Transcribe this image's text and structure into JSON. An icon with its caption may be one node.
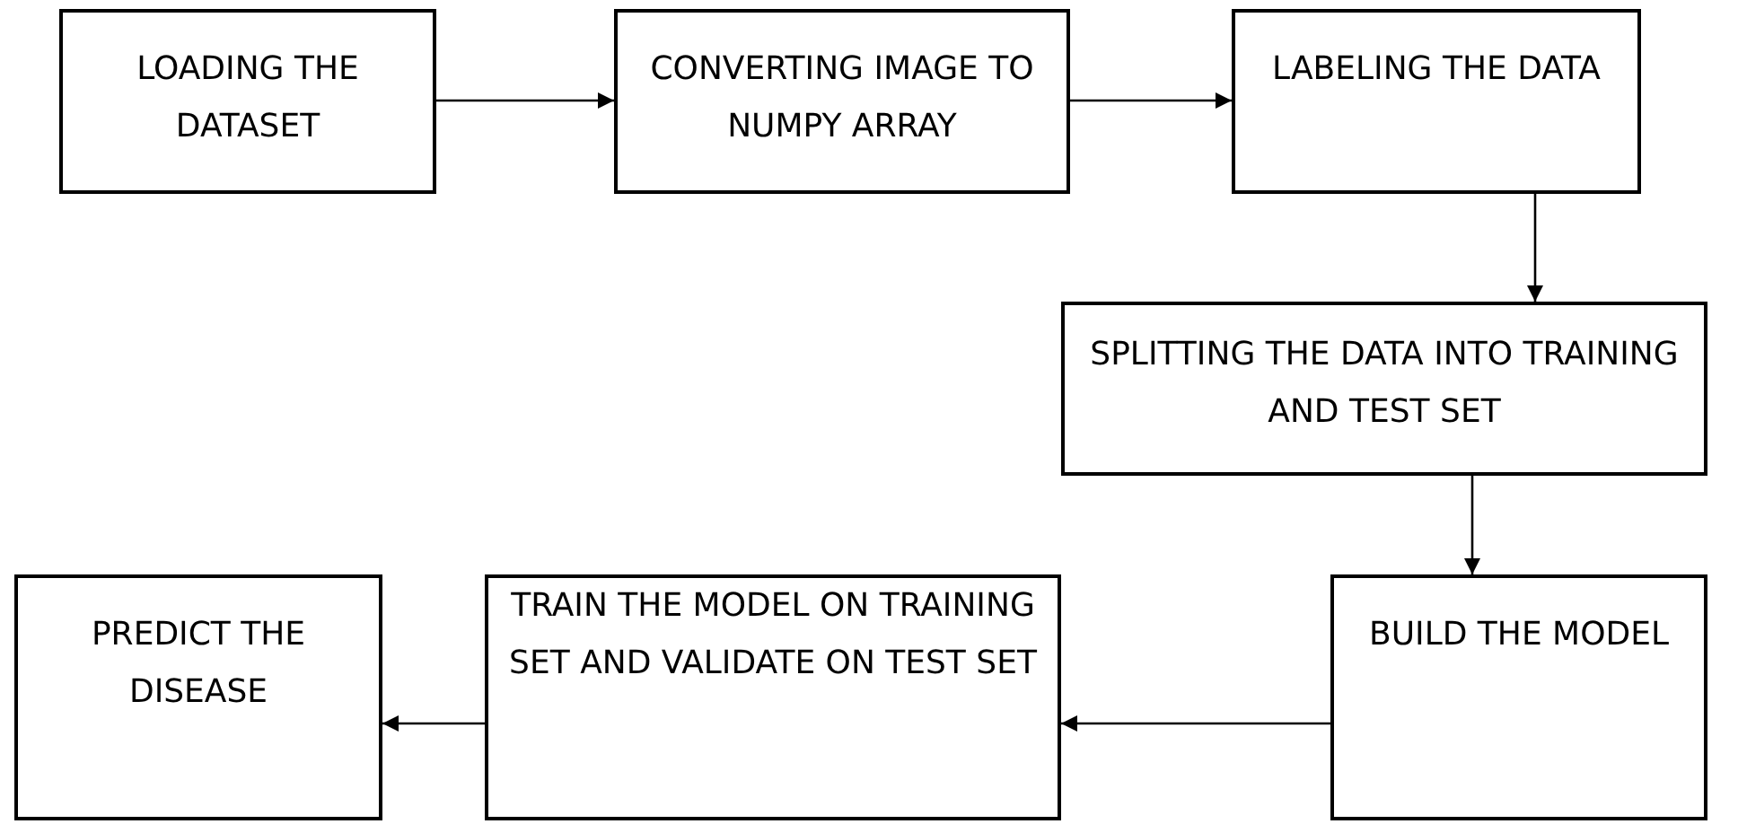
{
  "diagram": {
    "nodes": [
      {
        "text": [
          "LOADING THE DATASET"
        ]
      },
      {
        "text": [
          "CONVERTING IMAGE TO NUMPY ARRAY"
        ]
      },
      {
        "text": [
          "LABELING THE DATA"
        ]
      },
      {
        "text": [
          "SPLITTING THE DATA INTO TRAINING AND TEST SET"
        ]
      },
      {
        "text": [
          "BUILD THE MODEL"
        ]
      },
      {
        "text": [
          "TRAIN THE MODEL ON TRAINING SET AND VALIDATE ON TEST SET"
        ]
      },
      {
        "text": [
          "PREDICT THE DISEASE"
        ]
      }
    ],
    "edges": [
      {
        "from": 0,
        "to": 1,
        "arrow": "to"
      },
      {
        "from": 1,
        "to": 2,
        "arrow": "to"
      },
      {
        "from": 2,
        "to": 3,
        "arrow": "to"
      },
      {
        "from": 3,
        "to": 4,
        "arrow": "to"
      },
      {
        "from": 4,
        "to": 5,
        "arrow": "to"
      },
      {
        "from": 5,
        "to": 6,
        "arrow": "to"
      }
    ]
  }
}
